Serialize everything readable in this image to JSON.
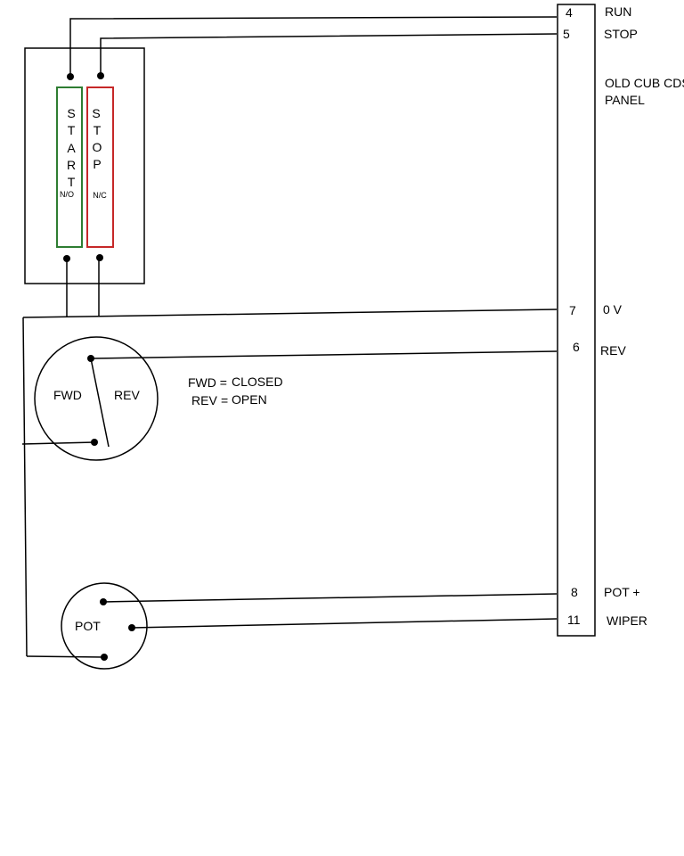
{
  "panel": {
    "title_line1": "OLD CUB CDS",
    "title_line2": "PANEL",
    "terminals": [
      {
        "number": "4",
        "label": "RUN"
      },
      {
        "number": "5",
        "label": "STOP"
      },
      {
        "number": "7",
        "label": "0 V"
      },
      {
        "number": "6",
        "label": "REV"
      },
      {
        "number": "8",
        "label": "POT +"
      },
      {
        "number": "11",
        "label": "WIPER"
      }
    ]
  },
  "switch_box": {
    "start": {
      "letters": [
        "S",
        "T",
        "A",
        "R",
        "T"
      ],
      "contact": "N/O",
      "color": "#2e7d32"
    },
    "stop": {
      "letters": [
        "S",
        "T",
        "O",
        "P"
      ],
      "contact": "N/C",
      "color": "#c62828"
    }
  },
  "selector": {
    "left_label": "FWD",
    "right_label": "REV",
    "legend": [
      {
        "key": "FWD =",
        "value": "CLOSED"
      },
      {
        "key": "REV",
        "eq": "=",
        "value": "OPEN"
      }
    ]
  },
  "pot": {
    "label": "POT"
  }
}
